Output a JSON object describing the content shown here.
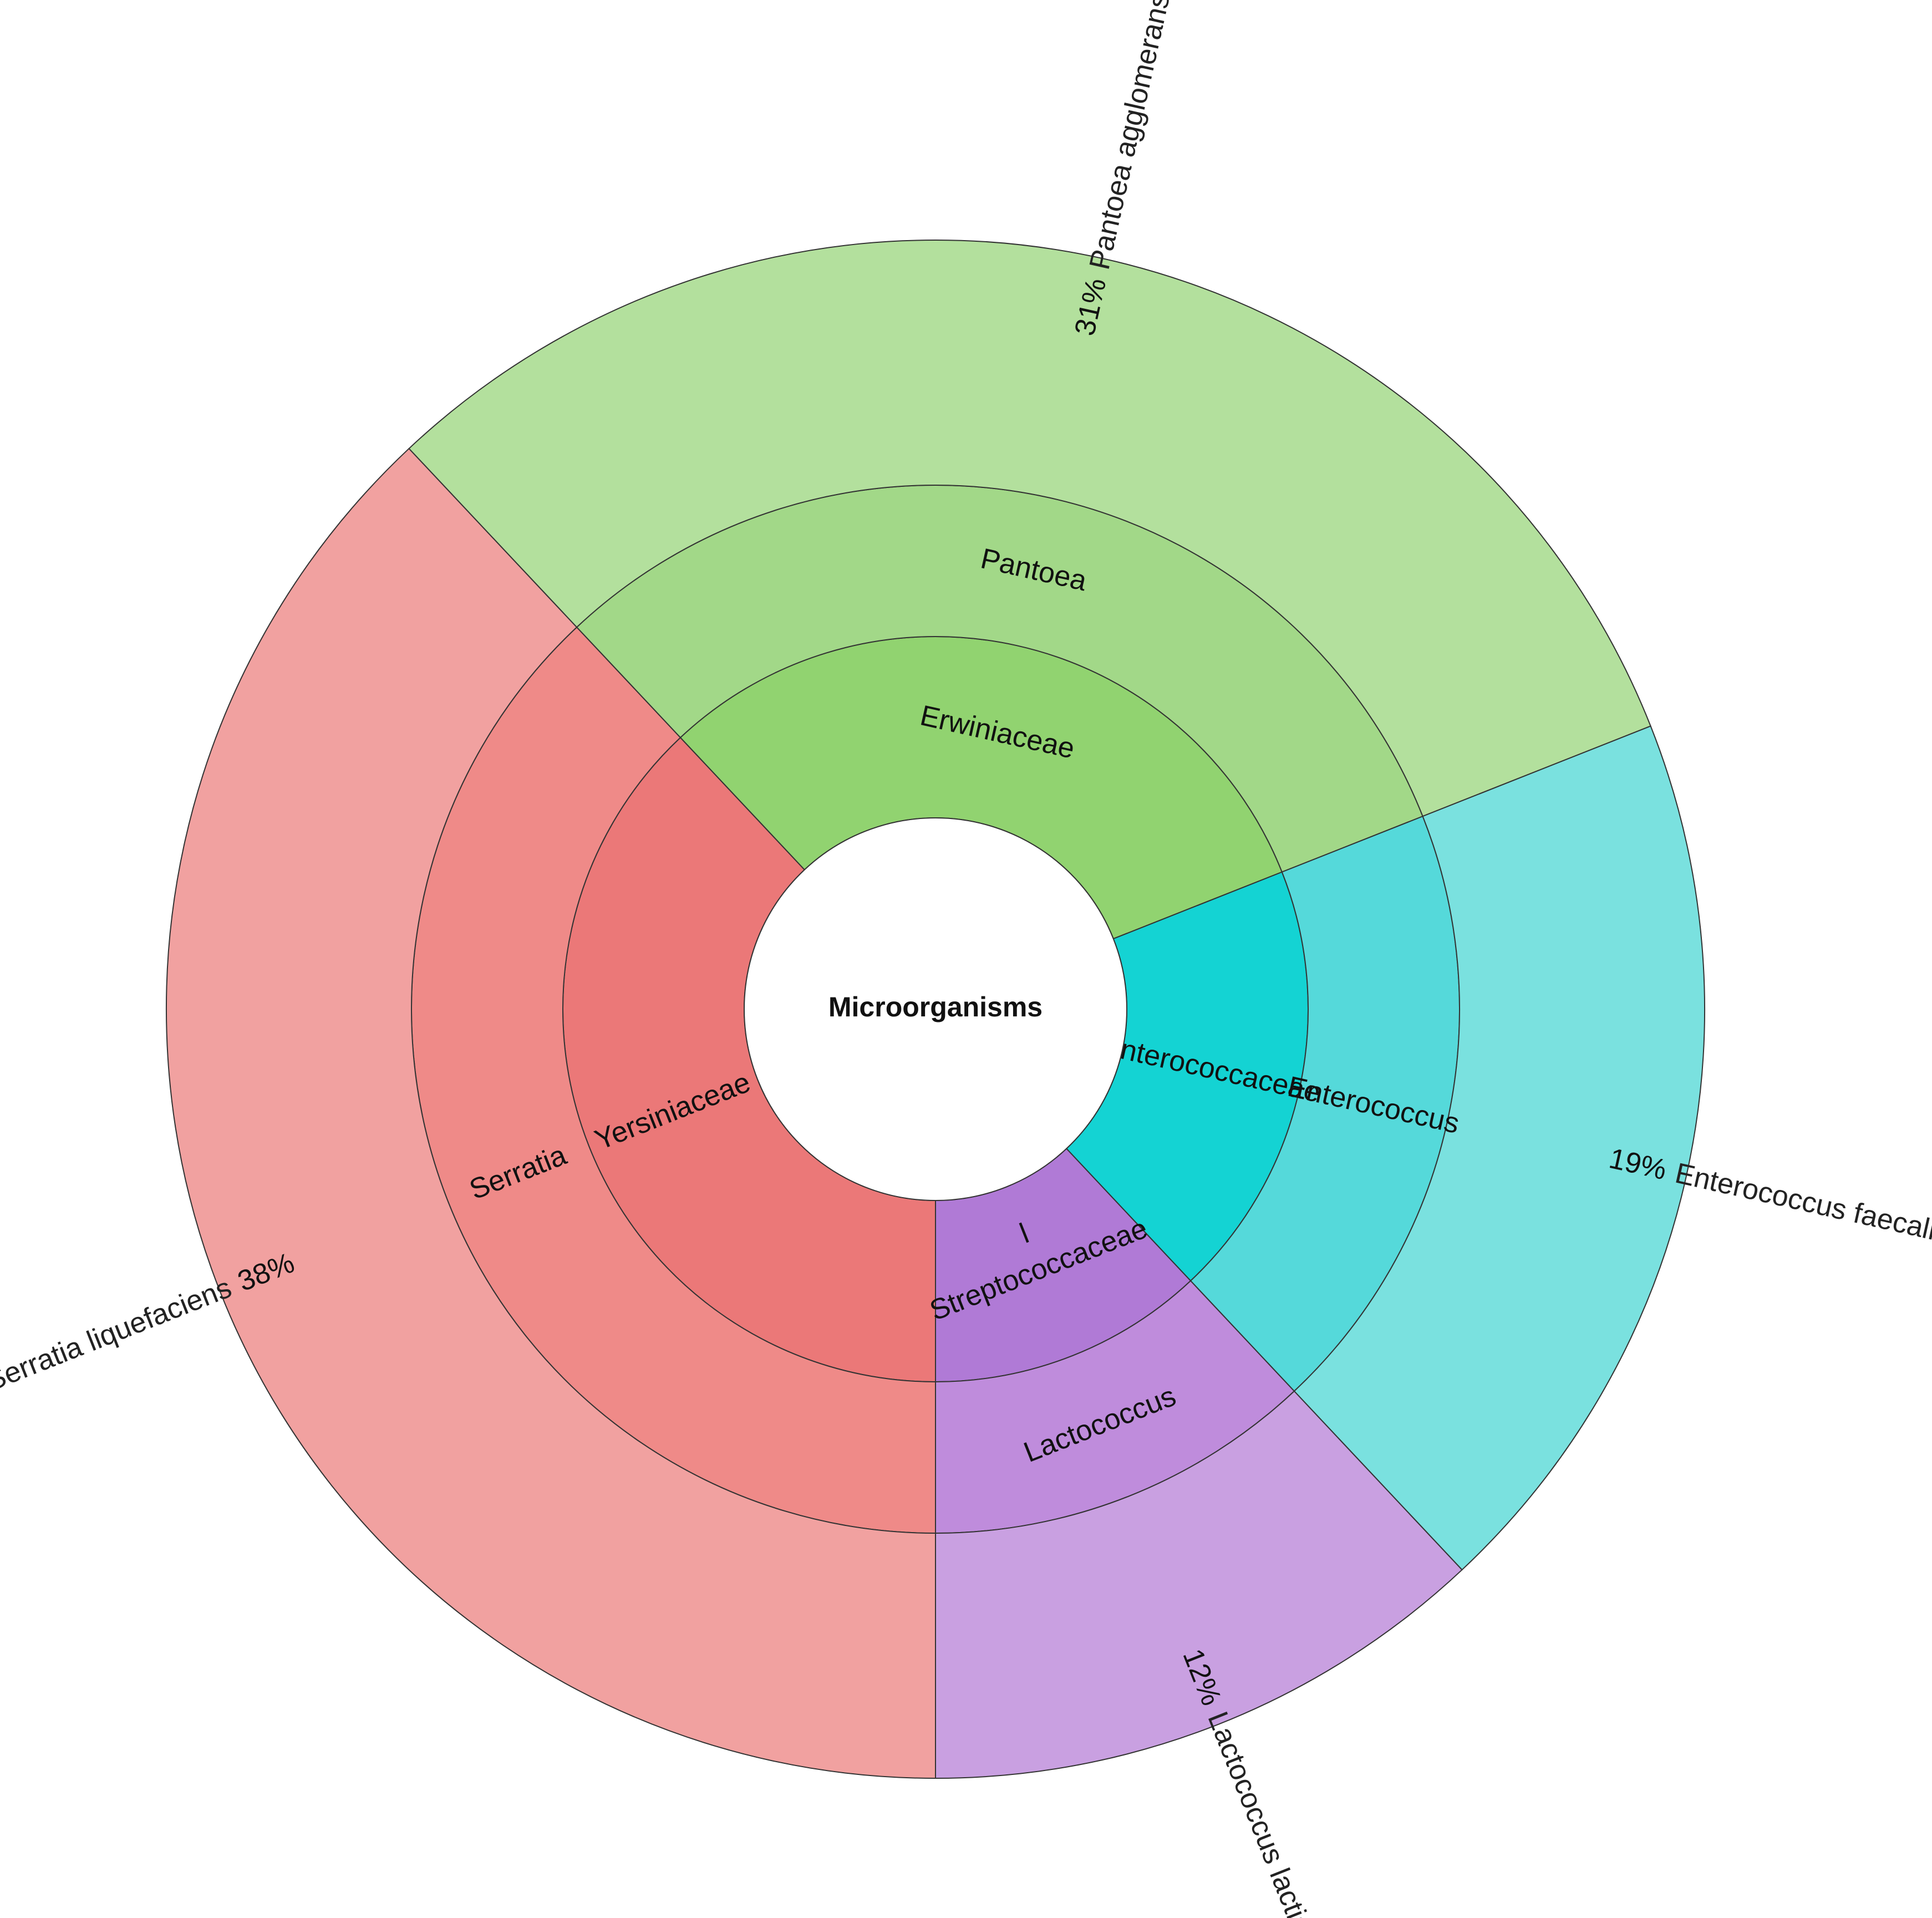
{
  "chart_data": {
    "type": "sunburst",
    "center": "Microorganisms",
    "start_angle_deg": 180,
    "direction": "clockwise",
    "families": [
      {
        "name": "Yersiniaceae",
        "color": "#eb7878",
        "genus": {
          "name": "Serratia",
          "color": "#ef8a88"
        },
        "species": {
          "name": "Serratia liquefaciens",
          "percent_label": "38%",
          "value": 38,
          "color": "#f1a1a0"
        }
      },
      {
        "name": "Erwiniaceae",
        "color": "#91d370",
        "genus": {
          "name": "Pantoea",
          "color": "#a2d888"
        },
        "species": {
          "name": "Pantoea agglomerans",
          "percent_label": "31%",
          "value": 31,
          "color": "#b3e09d"
        }
      },
      {
        "name": "Enterococcaceae",
        "color": "#14d3d3",
        "genus": {
          "name": "Enterococcus",
          "color": "#55d9da"
        },
        "species": {
          "name": "Enterococcus faecalis",
          "percent_label": "19%",
          "value": 19,
          "color": "#7ae1df"
        }
      },
      {
        "name": "Streptococcaceae",
        "extra_label": "l",
        "color": "#b07ad6",
        "genus": {
          "name": "Lactococcus",
          "color": "#bf8cdc"
        },
        "species": {
          "name": "Lactococcus lactis",
          "percent_label": "12%",
          "value": 12,
          "color": "#c9a0e1"
        }
      }
    ]
  }
}
